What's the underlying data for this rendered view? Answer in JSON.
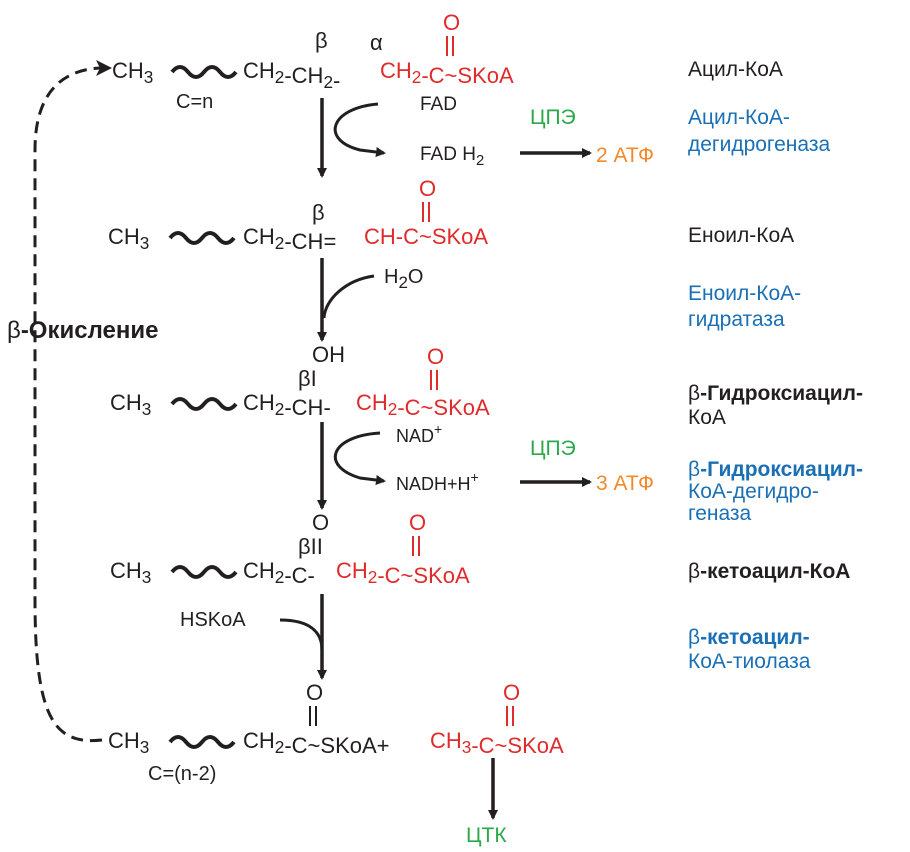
{
  "colors": {
    "black": "#231f20",
    "red": "#e02b2b",
    "blue": "#1a6fb5",
    "green": "#2aa84a",
    "orange": "#f08a2b"
  },
  "cycle_label": {
    "greek": "β",
    "rest": "-Окисление"
  },
  "wavy_icon": "wavy-line-icon",
  "steps": [
    {
      "id": "acyl-coa",
      "greek_beta": "β",
      "greek_alpha": "α",
      "ch3": "CH3",
      "black_part": "CH2-CH2-",
      "red_part": "CH2-C~SKoA",
      "carbonyl_o": "O",
      "count_label": "C=n",
      "name": "Ацил-КоА"
    },
    {
      "id": "enoyl-coa",
      "greek_beta": "β",
      "ch3": "CH3",
      "black_part": "CH2-CH=",
      "red_part": "CH-C~SKoA",
      "carbonyl_o": "O",
      "name": "Еноил-КоА"
    },
    {
      "id": "hydroxyacyl-coa",
      "oh": "OH",
      "greek_beta": "βI",
      "ch3": "CH3",
      "black_part": "CH2-CH-",
      "red_part": "CH2-C~SKoA",
      "carbonyl_o": "O",
      "name_greek": "β",
      "name_line1": "-Гидроксиацил-",
      "name_line2": "КоА"
    },
    {
      "id": "ketoacyl-coa",
      "keto_o": "O",
      "greek_beta": "βII",
      "ch3": "CH3",
      "black_part": "CH2-C-",
      "red_part": "CH2-C~SKoA",
      "carbonyl_o": "O",
      "name_greek": "β",
      "name_rest": "-кетоацил-КоА"
    },
    {
      "id": "products",
      "ch3": "CH3",
      "black_part": "CH2-C~SKoA+",
      "red_part": "CH3-C~SKoA",
      "keto_o": "O",
      "carbonyl_o": "O",
      "count_label": "C=(n-2)"
    }
  ],
  "reactions": [
    {
      "cofactor_in": "FAD",
      "cofactor_out": "FAD H2",
      "etc": "ЦПЭ",
      "atp": "2 АТФ",
      "enzyme_line1": "Ацил-КоА-",
      "enzyme_line2": "дегидрогеназа"
    },
    {
      "cofactor_in": "H2O",
      "enzyme_line1": "Еноил-КоА-",
      "enzyme_line2": "гидратаза"
    },
    {
      "cofactor_in": "NAD+",
      "cofactor_out": "NADH+H+",
      "etc": "ЦПЭ",
      "atp": "3 АТФ",
      "enzyme_greek": "β",
      "enzyme_line1": "-Гидроксиацил-",
      "enzyme_line2": "КоА-дегидро-",
      "enzyme_line3": "геназа"
    },
    {
      "cofactor_in": "HSKoA",
      "enzyme_greek": "β",
      "enzyme_line1": "-кетоацил-",
      "enzyme_line2": "КоА-тиолаза"
    }
  ],
  "final_product": "ЦТК"
}
